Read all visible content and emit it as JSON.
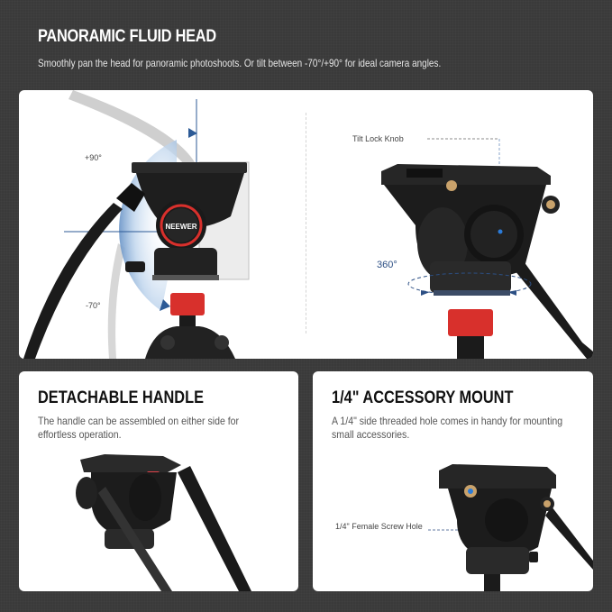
{
  "hero": {
    "title": "PANORAMIC FLUID HEAD",
    "subtitle": "Smoothly pan the head for panoramic photoshoots. Or tilt between -70°/+90° for ideal camera angles."
  },
  "top_panel": {
    "left_image": {
      "alt": "Fluid head on tripod showing tilt range",
      "brand_badge": "NEEWER",
      "tilt_up_label": "+90°",
      "tilt_down_label": "-70°"
    },
    "right_image": {
      "alt": "Fluid head close-up with pan rotation",
      "callout_label": "Tilt Lock Knob",
      "rotation_label": "360°"
    }
  },
  "cards": [
    {
      "title": "DETACHABLE HANDLE",
      "description": "The handle can be assembled on either side for effortless operation.",
      "image_alt": "Fluid head with handle attached"
    },
    {
      "title": "1/4\" ACCESSORY MOUNT",
      "description": "A 1/4\" side threaded hole comes in handy for mounting small accessories.",
      "image_alt": "Fluid head side view with accessory hole",
      "callout_label": "1/4\" Female Screw Hole"
    }
  ],
  "colors": {
    "background": "#3a3a3a",
    "panel": "#ffffff",
    "accent_red": "#d8302c",
    "accent_blue": "#2c5a96"
  }
}
